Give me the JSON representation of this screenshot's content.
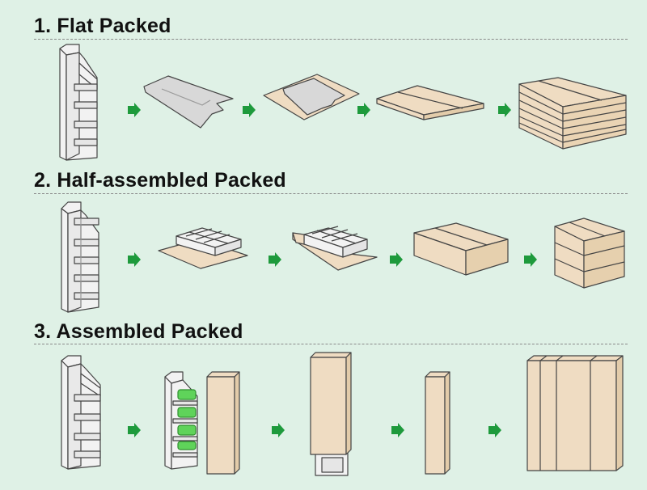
{
  "sections": [
    {
      "title": "1. Flat Packed"
    },
    {
      "title": "2. Half-assembled Packed"
    },
    {
      "title": "3. Assembled Packed"
    }
  ],
  "colors": {
    "background": "#dff1e6",
    "cardboard": "#efdcc2",
    "white_board": "#f2f2f2",
    "outline": "#444444",
    "arrow": "#1e9a3c",
    "product": "#5fd35a"
  }
}
